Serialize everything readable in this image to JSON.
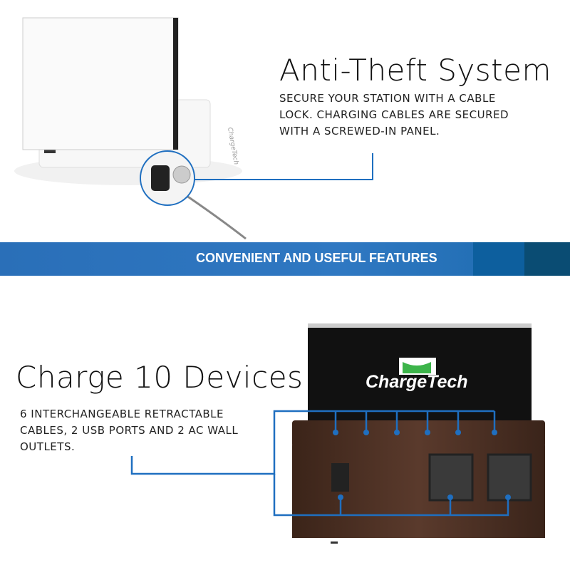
{
  "section1": {
    "title": "Anti-Theft System",
    "description_lines": [
      "SECURE YOUR STATION WITH A CABLE",
      "LOCK. CHARGING CABLES ARE SECURED",
      "WITH A SCREWED-IN PANEL."
    ]
  },
  "banner": {
    "text": "CONVENIENT AND USEFUL FEATURES"
  },
  "section2": {
    "title": "Charge 10 Devices",
    "description_lines": [
      "6 INTERCHANGEABLE RETRACTABLE",
      "CABLES, 2 USB PORTS AND 2 AC WALL",
      "OUTLETS."
    ]
  },
  "product": {
    "logo_text": "ChargeTech",
    "side_logo_text": "ChargeTech"
  },
  "colors": {
    "accent": "#2f78c2",
    "callout_line": "#1f6fc0",
    "wood": "#4a3024",
    "logo_green": "#3cb44a"
  }
}
